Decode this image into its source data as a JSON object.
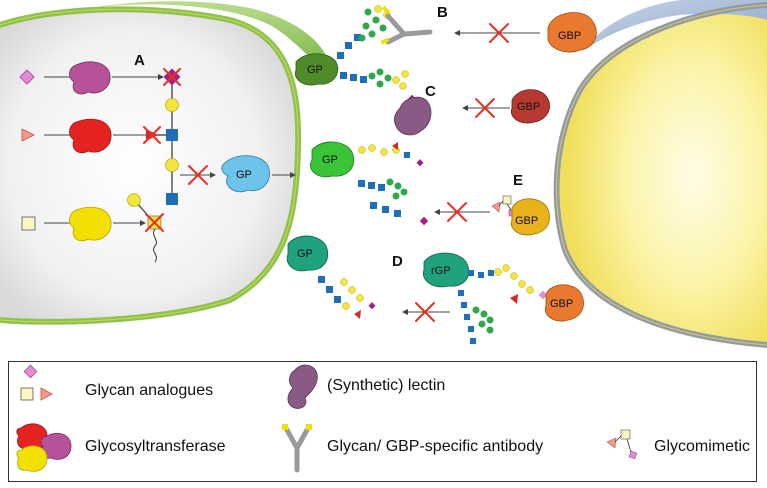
{
  "panels": {
    "a": "A",
    "b": "B",
    "c": "C",
    "d": "D",
    "e": "E"
  },
  "proteins": {
    "gp": "GP",
    "rgp": "rGP",
    "gbp": "GBP"
  },
  "legend": {
    "glycan_analogues": "Glycan analogues",
    "synthetic_lectin": "(Synthetic) lectin",
    "glycosyltransferase": "Glycosyltransferase",
    "antibody": "Glycan/ GBP-specific antibody",
    "glycomimetic": "Glycomimetic"
  },
  "colors": {
    "cell_left_membrane": "#8fc250",
    "cell_right_membrane": "#8f9cb0",
    "gp_dark": "#4e8c2a",
    "gp_bright": "#39c43a",
    "gp_teal": "#21a27e",
    "gp_blue": "#6cc4ea",
    "gbp_orange": "#e8792e",
    "gbp_red": "#b63a32",
    "gbp_yellow": "#e9b21b",
    "lectin_purple": "#8a5a86",
    "enzyme_magenta": "#b5529a",
    "enzyme_red": "#e52320",
    "enzyme_yellow": "#f2e100",
    "glycan_blue": "#1c6fb8",
    "glycan_yellow": "#f4e53a",
    "glycan_green": "#2ea84a",
    "glycan_purple": "#a21e8c",
    "glycan_red": "#d22a26",
    "inhibit_cross": "#e53225"
  }
}
